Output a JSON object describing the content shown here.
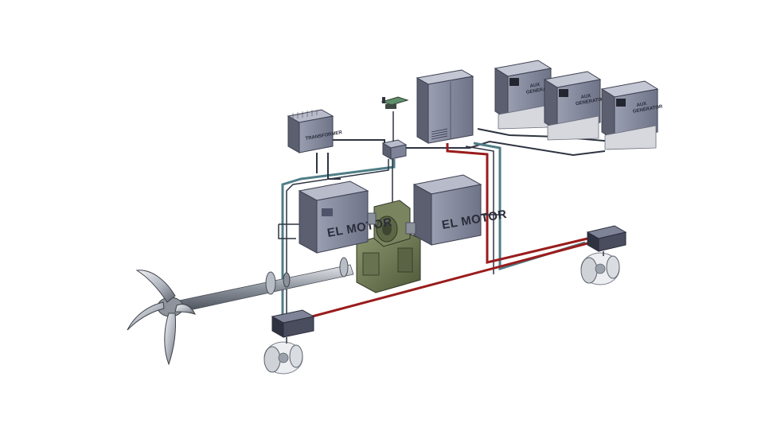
{
  "labels": {
    "motor_left": "EL MOTOR",
    "motor_right": "EL MOTOR",
    "transformer": "TRANSFORMER",
    "aux_gen_1_line1": "AUX",
    "aux_gen_1_line2": "GENERATOR",
    "aux_gen_2_line1": "AUX",
    "aux_gen_2_line2": "GENERATOR",
    "aux_gen_3_line1": "AUX",
    "aux_gen_3_line2": "GENERATOR"
  },
  "colors": {
    "cable_dark": "#2e3440",
    "cable_teal": "#4f7d86",
    "cable_red": "#9a1c1c",
    "housing": "#7f8398",
    "housing_top": "#b8bbc9",
    "housing_dark": "#5c5f70",
    "gearbox": "#6e7a52",
    "shaft": "#9aa0a8"
  }
}
